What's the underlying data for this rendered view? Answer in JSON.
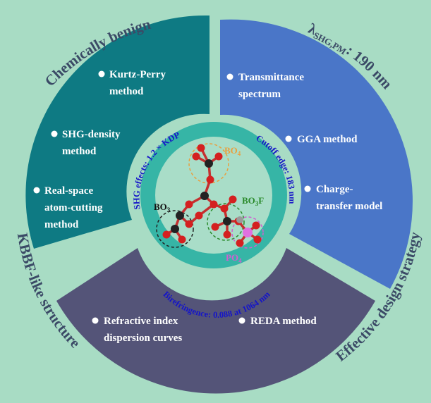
{
  "sectors": {
    "top_left": {
      "title": "Chemically benign",
      "items": [
        {
          "line1": "Kurtz-Perry",
          "line2": "method"
        },
        {
          "line1": "SHG-density",
          "line2": "method"
        },
        {
          "line1": "Real-space",
          "line2": "atom-cutting",
          "line3": "method"
        }
      ]
    },
    "top_right": {
      "title_lambda": "λ",
      "title_sub": "SHG,PM",
      "title_rest": ": 190 nm",
      "items": [
        {
          "line1": "Transmittance",
          "line2": "spectrum"
        },
        {
          "line1": "GGA method"
        },
        {
          "line1": "Charge-",
          "line2": "transfer model"
        }
      ]
    },
    "bottom": {
      "title_left": "KBBF-like structure",
      "title_right": "Effective design strategy",
      "items": [
        {
          "line1": "Refractive index",
          "line2": "dispersion curves"
        },
        {
          "line1": "REDA method"
        }
      ]
    }
  },
  "inner_ring": {
    "shg": "SHG effects: 1.2 × KDP",
    "cutoff": "Cutoff edge: 183 nm",
    "birefringence": "Birefringence: 0.088 at 1064 nm"
  },
  "molecule": {
    "bo4": {
      "base": "BO",
      "sub": "4"
    },
    "bo3": {
      "base": "BO",
      "sub": "3"
    },
    "bo3f": {
      "base": "BO",
      "sub": "3",
      "tail": "F"
    },
    "po4": {
      "base": "PO",
      "sub": "4"
    }
  },
  "colors": {
    "background": "#a8dcc4",
    "top_left_sector": "#0e7a83",
    "top_right_sector": "#4a76c8",
    "bottom_sector": "#545478",
    "inner_ring": "#36b5a6",
    "center_disc": "#a9ddc8",
    "ring_text": "#1515c8",
    "sector_title": "#3b4a66",
    "bo4_label": "#e8a040",
    "bo3f_label": "#2a8a2a",
    "po4_label": "#d060d0"
  }
}
